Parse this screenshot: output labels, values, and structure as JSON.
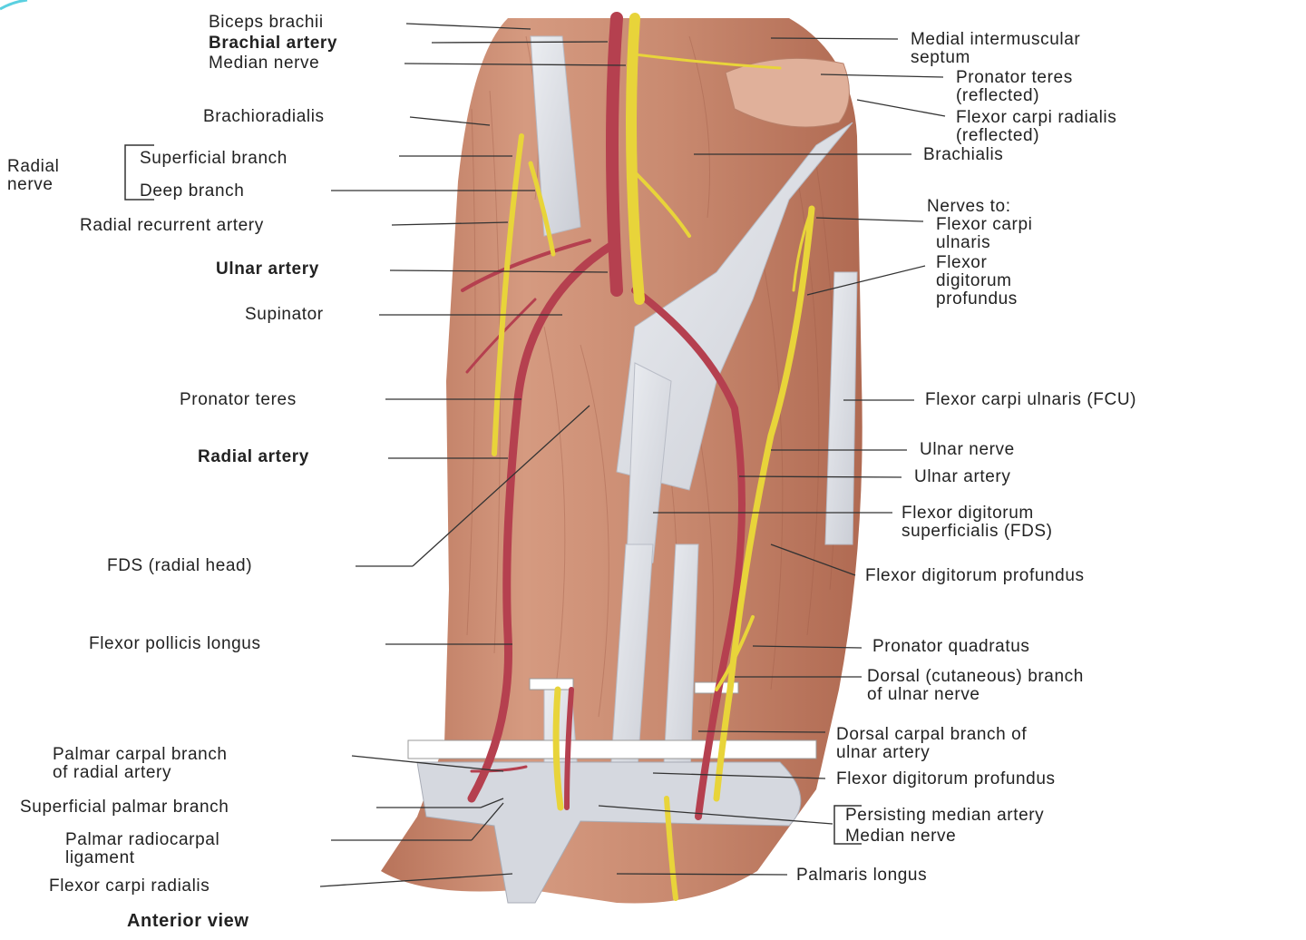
{
  "figure": {
    "view_label": "Anterior view",
    "left_labels": {
      "biceps": "Biceps brachii",
      "brachial_artery": "Brachial artery",
      "median_nerve": "Median nerve",
      "brachioradialis": "Brachioradialis",
      "radial_nerve_group": "Radial\nnerve",
      "superficial_branch": "Superficial branch",
      "deep_branch": "Deep branch",
      "radial_recurrent": "Radial recurrent artery",
      "ulnar_artery": "Ulnar artery",
      "supinator": "Supinator",
      "pronator_teres": "Pronator teres",
      "radial_artery": "Radial artery",
      "fds_radial_head": "FDS (radial head)",
      "fpl": "Flexor pollicis longus",
      "palmar_carpal": "Palmar carpal branch\nof radial artery",
      "superficial_palmar": "Superficial palmar branch",
      "palmar_radiocarpal": "Palmar radiocarpal\nligament",
      "fcr": "Flexor carpi radialis"
    },
    "right_labels": {
      "medial_septum": "Medial intermuscular\nseptum",
      "pronator_reflected": "Pronator teres\n(reflected)",
      "fcr_reflected": "Flexor carpi radialis\n(reflected)",
      "brachialis": "Brachialis",
      "nerves_to": "Nerves to:",
      "fcu_nerve": "Flexor carpi\nulnaris",
      "fdp_nerve": "Flexor\ndigitorum\nprofundus",
      "fcu": "Flexor carpi ulnaris (FCU)",
      "ulnar_nerve": "Ulnar nerve",
      "ulnar_artery_r": "Ulnar artery",
      "fds": "Flexor digitorum\nsuperficialis (FDS)",
      "fdp_1": "Flexor digitorum profundus",
      "pronator_quadratus": "Pronator quadratus",
      "dorsal_branch": "Dorsal (cutaneous) branch\nof ulnar nerve",
      "dorsal_carpal": "Dorsal carpal branch of\nulnar artery",
      "fdp_2": "Flexor digitorum profundus",
      "persisting_median": "Persisting median artery",
      "median_nerve_r": "Median nerve",
      "palmaris_longus": "Palmaris longus"
    },
    "colors": {
      "muscle": "#c98a70",
      "muscle_dark": "#a8604a",
      "tendon": "#dcdde3",
      "artery": "#b5404f",
      "nerve": "#e8d43a",
      "leader": "#333333"
    }
  }
}
